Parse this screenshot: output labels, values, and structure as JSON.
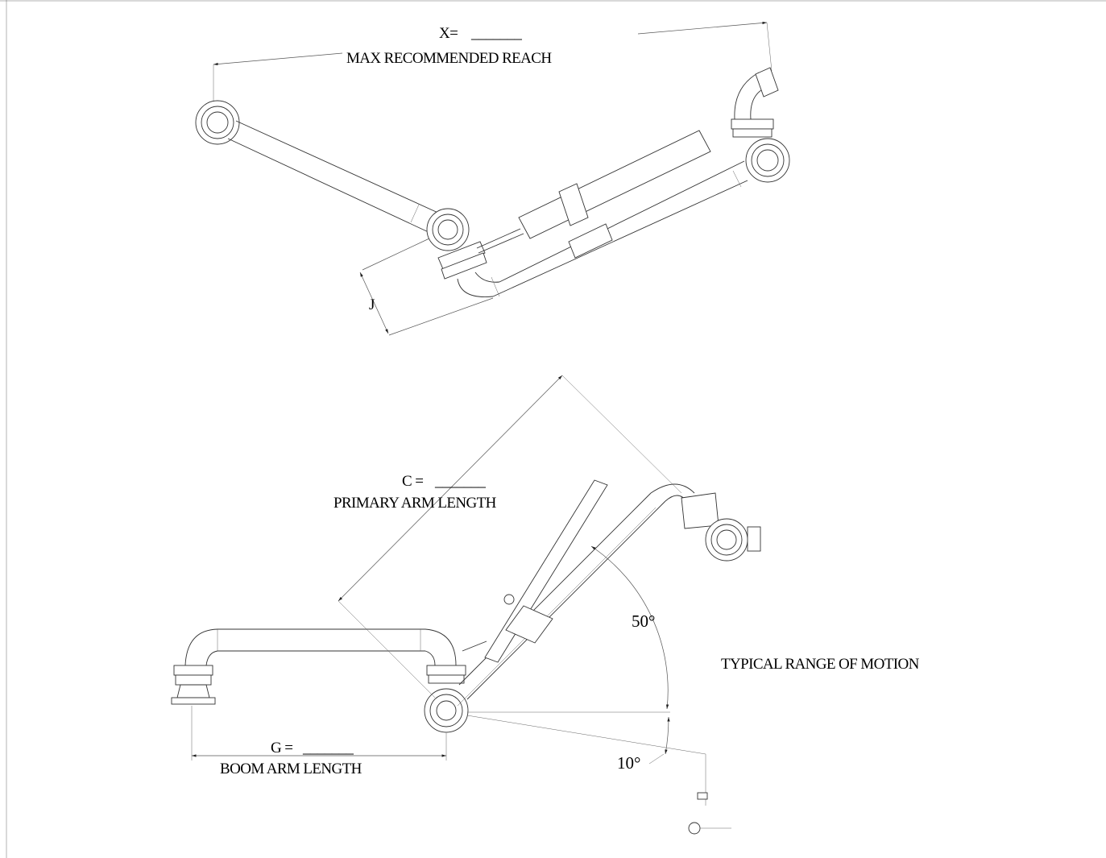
{
  "colors": {
    "line": "#333333",
    "text": "#000000",
    "background": "#ffffff"
  },
  "labels": {
    "x_eq": "X=",
    "x_blank": "_______",
    "max_reach": "MAX RECOMMENDED REACH",
    "j": "J",
    "c_eq": "C =",
    "c_blank": "_______",
    "primary_arm": "PRIMARY ARM LENGTH",
    "angle_up": "50°",
    "range_motion": "TYPICAL RANGE OF MOTION",
    "g_eq": "G =",
    "g_blank": "_______",
    "boom_arm": "BOOM ARM LENGTH",
    "angle_down": "10°"
  }
}
